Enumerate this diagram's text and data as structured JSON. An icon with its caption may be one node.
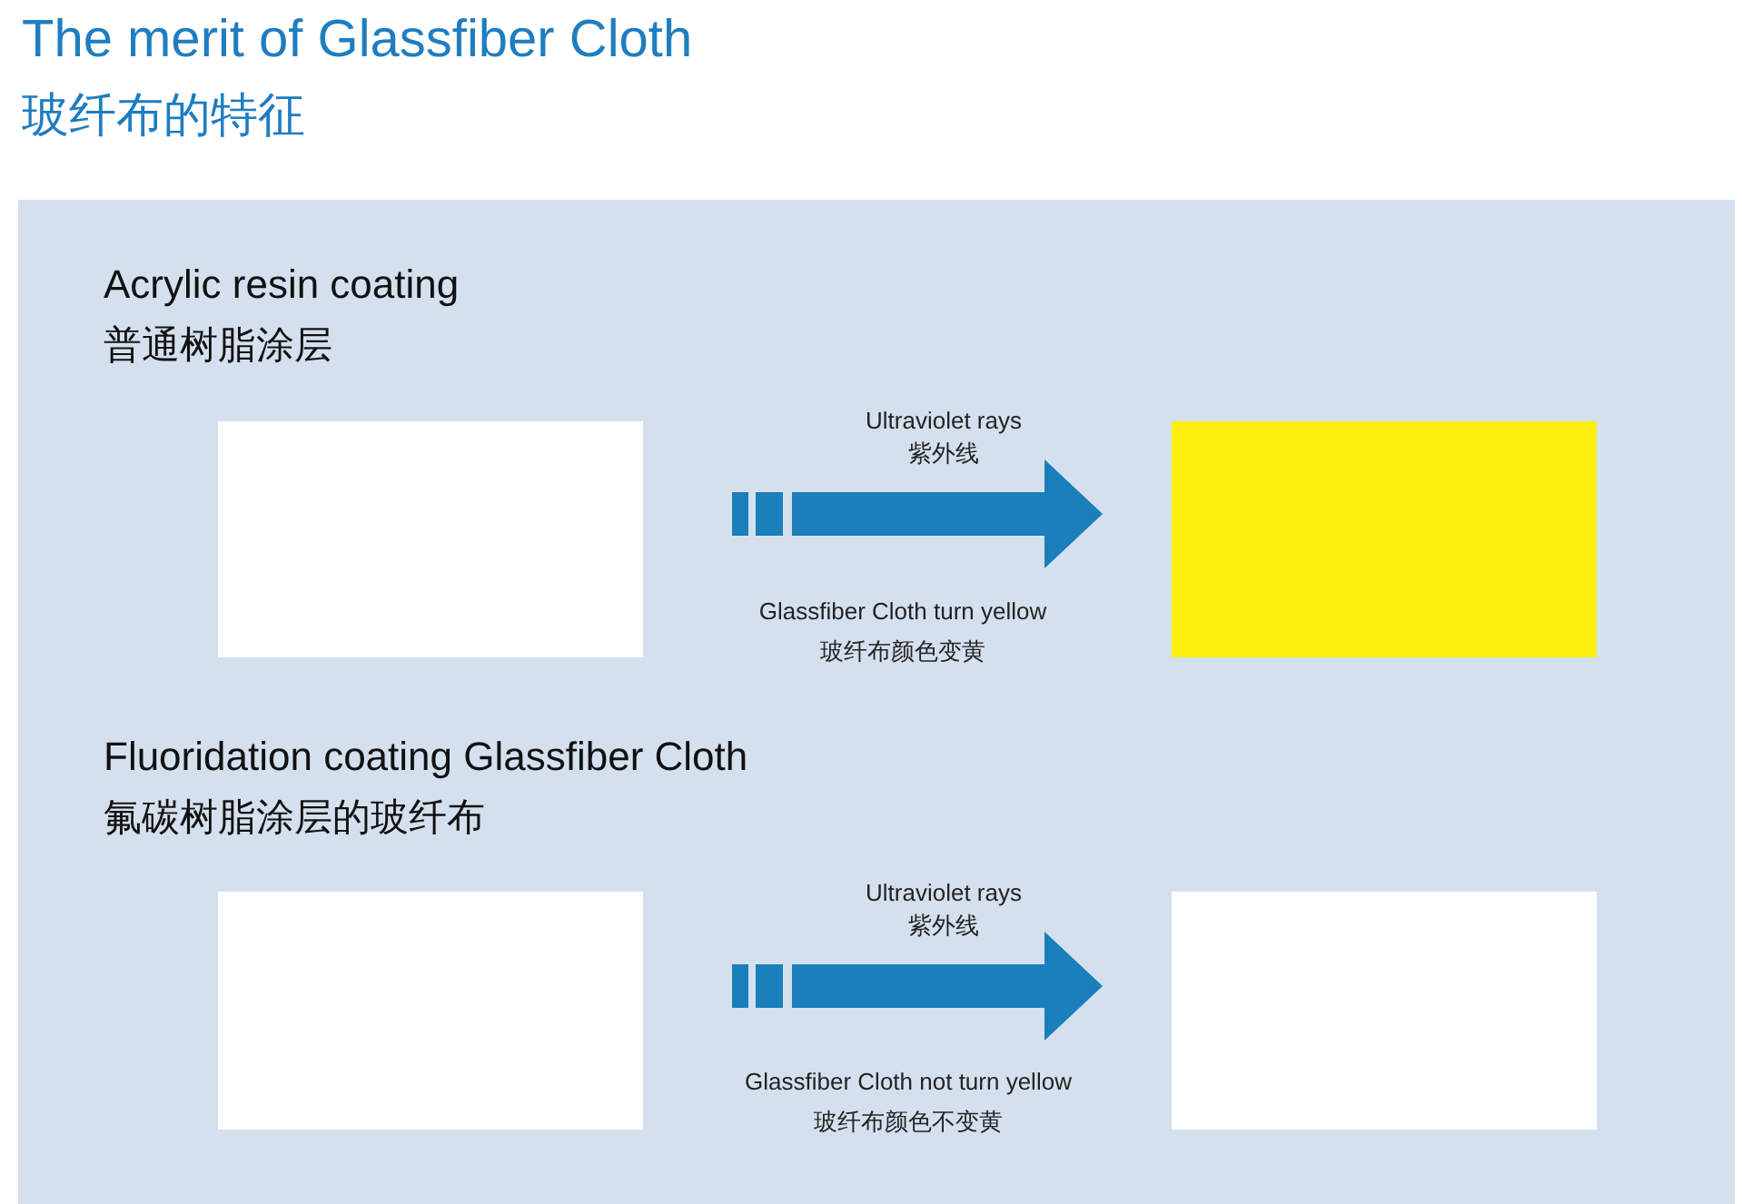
{
  "diagram": {
    "title": "The merit of Glassfiber Cloth",
    "nodes": [
      {
        "text": [],
        "shape": "box"
      },
      {
        "text": [],
        "shape": "box"
      },
      {
        "text": [],
        "shape": "box"
      },
      {
        "text": [],
        "shape": "box"
      }
    ],
    "edges": [
      {
        "from": 0,
        "to": 1,
        "arrow": "to",
        "label": "Ultraviolet rays 紫外线"
      },
      {
        "from": 2,
        "to": 3,
        "arrow": "to",
        "label": "Ultraviolet rays 紫外线"
      }
    ],
    "labels": [
      "玻纤布的特征",
      "Acrylic resin coating",
      "普通树脂涂层",
      "Glassfiber Cloth turn yellow",
      "玻纤布颜色变黄",
      "Fluoridation coating Glassfiber Cloth",
      "氟碳树脂涂层的玻纤布",
      "Glassfiber Cloth not turn yellow",
      "玻纤布颜色不变黄"
    ]
  }
}
